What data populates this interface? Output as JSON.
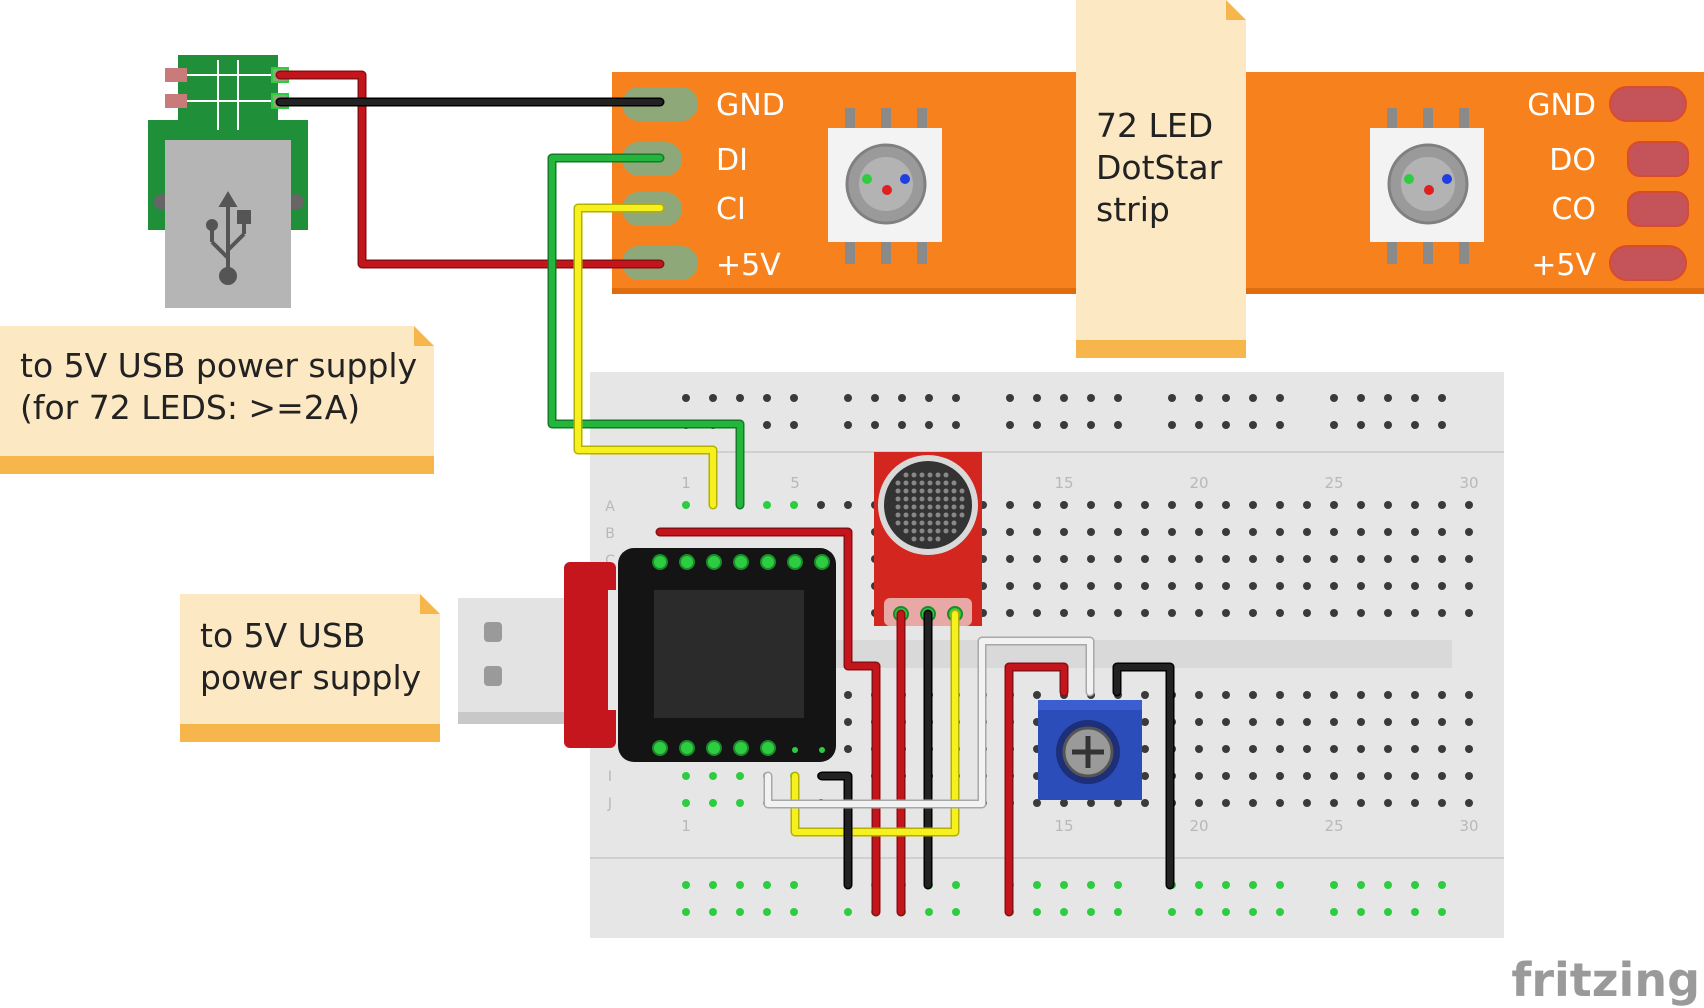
{
  "notes": {
    "usb_strip": {
      "line1": "to 5V USB power supply",
      "line2": "(for 72 LEDS: >=2A)"
    },
    "usb_board": {
      "line1": "to 5V USB",
      "line2": "power supply"
    },
    "strip": {
      "line1": "72 LED",
      "line2": "DotStar",
      "line3": "strip"
    }
  },
  "strip_left_pins": [
    "GND",
    "DI",
    "CI",
    "+5V"
  ],
  "strip_right_pins": [
    "GND",
    "DO",
    "CO",
    "+5V"
  ],
  "breadboard": {
    "column_numbers_top": [
      "1",
      "5",
      "15",
      "20",
      "25",
      "30"
    ],
    "column_numbers_bottom": [
      "1",
      "15",
      "20",
      "25",
      "30"
    ],
    "row_letters": [
      "A",
      "B",
      "C",
      "I",
      "J"
    ]
  },
  "brand": "fritzing",
  "colors": {
    "strip": "#f7821d",
    "breadboard": "#e6e6e6",
    "note": "#fde8c4",
    "note_edge": "#f7b64c",
    "wire_red": "#c3161c",
    "wire_black": "#222222",
    "wire_green": "#23b53c",
    "wire_yellow": "#f5f01e",
    "wire_white": "#f2f2f2",
    "mic_board": "#d3261e",
    "pot": "#2a4dba"
  }
}
